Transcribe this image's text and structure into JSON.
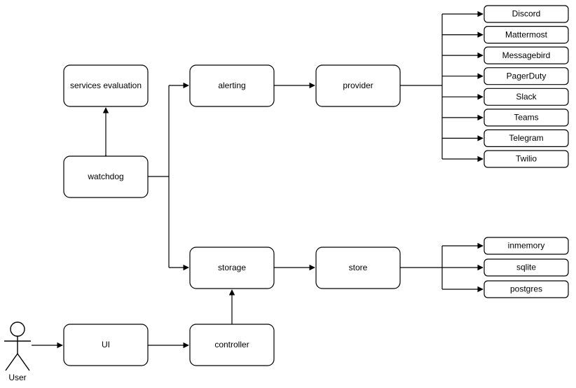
{
  "diagram": {
    "title": "service architecture flow",
    "background_color": "#ffffff",
    "stroke_color": "#000000",
    "nodes": {
      "services_evaluation": "services evaluation",
      "watchdog": "watchdog",
      "alerting": "alerting",
      "provider": "provider",
      "storage": "storage",
      "store": "store",
      "ui": "UI",
      "controller": "controller"
    },
    "actor": {
      "label": "User"
    },
    "provider_targets": [
      {
        "label": "Discord"
      },
      {
        "label": "Mattermost"
      },
      {
        "label": "Messagebird"
      },
      {
        "label": "PagerDuty"
      },
      {
        "label": "Slack"
      },
      {
        "label": "Teams"
      },
      {
        "label": "Telegram"
      },
      {
        "label": "Twilio"
      }
    ],
    "store_targets": [
      {
        "label": "inmemory"
      },
      {
        "label": "sqlite"
      },
      {
        "label": "postgres"
      }
    ]
  }
}
